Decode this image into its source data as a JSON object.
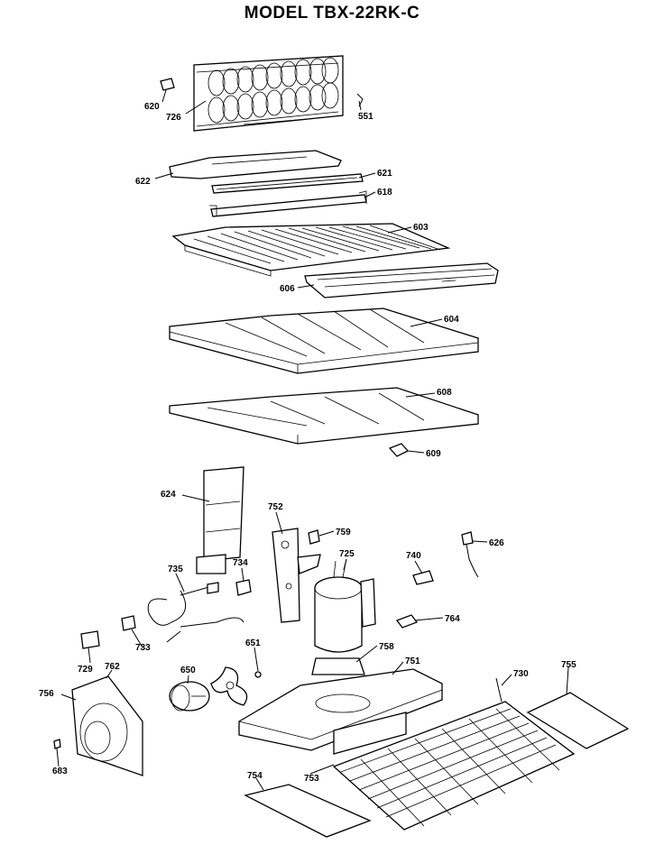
{
  "title": "MODEL TBX-22RK-C",
  "parts": [
    {
      "id": "p620",
      "label": "620"
    },
    {
      "id": "p726",
      "label": "726"
    },
    {
      "id": "p551",
      "label": "551"
    },
    {
      "id": "p622",
      "label": "622"
    },
    {
      "id": "p621",
      "label": "621"
    },
    {
      "id": "p618",
      "label": "618"
    },
    {
      "id": "p603",
      "label": "603"
    },
    {
      "id": "p606",
      "label": "606"
    },
    {
      "id": "p604",
      "label": "604"
    },
    {
      "id": "p608",
      "label": "608"
    },
    {
      "id": "p609",
      "label": "609"
    },
    {
      "id": "p624",
      "label": "624"
    },
    {
      "id": "p752",
      "label": "752"
    },
    {
      "id": "p759",
      "label": "759"
    },
    {
      "id": "p725",
      "label": "725"
    },
    {
      "id": "p740",
      "label": "740"
    },
    {
      "id": "p626",
      "label": "626"
    },
    {
      "id": "p735",
      "label": "735"
    },
    {
      "id": "p734",
      "label": "734"
    },
    {
      "id": "p764",
      "label": "764"
    },
    {
      "id": "p733",
      "label": "733"
    },
    {
      "id": "p651",
      "label": "651"
    },
    {
      "id": "p758",
      "label": "758"
    },
    {
      "id": "p729",
      "label": "729"
    },
    {
      "id": "p762",
      "label": "762"
    },
    {
      "id": "p650",
      "label": "650"
    },
    {
      "id": "p751",
      "label": "751"
    },
    {
      "id": "p730",
      "label": "730"
    },
    {
      "id": "p755",
      "label": "755"
    },
    {
      "id": "p756",
      "label": "756"
    },
    {
      "id": "p683",
      "label": "683"
    },
    {
      "id": "p754",
      "label": "754"
    },
    {
      "id": "p753",
      "label": "753"
    }
  ]
}
